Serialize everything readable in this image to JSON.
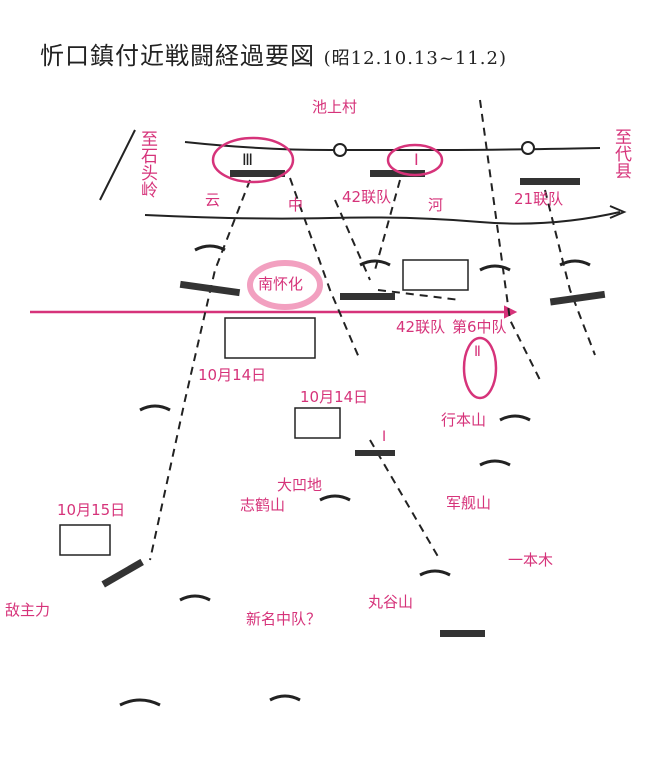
{
  "title": "忻口鎮付近戦闘経過要図",
  "subtitle": "(昭12.10.13~11.2)",
  "colors": {
    "annotation": "#d6337a",
    "ink": "#222222"
  },
  "labels": {
    "chishangcun": "池上村",
    "to_shitouling": "至石头岭",
    "to_daixian": "至代县",
    "yun": "云",
    "zhong": "中",
    "he": "河",
    "reg42_top": "42联队",
    "reg21": "21联队",
    "nanhuaihua": "南怀化",
    "reg42_mid": "42联队",
    "company6": "第6中队",
    "oct14_left": "10月14日",
    "oct14_mid": "10月14日",
    "xingbenshan": "行本山",
    "dawadi": "大凹地",
    "zhiheshan": "志鹤山",
    "junjianshan": "军舰山",
    "oct15": "10月15日",
    "yibenmu": "一本木",
    "enemy_main": "敌主力",
    "xinming": "新名中队？",
    "wanguoshan": "丸谷山",
    "roman3": "Ⅲ",
    "roman1_top": "Ⅰ",
    "roman2": "Ⅱ",
    "roman1_mid": "Ⅰ"
  }
}
